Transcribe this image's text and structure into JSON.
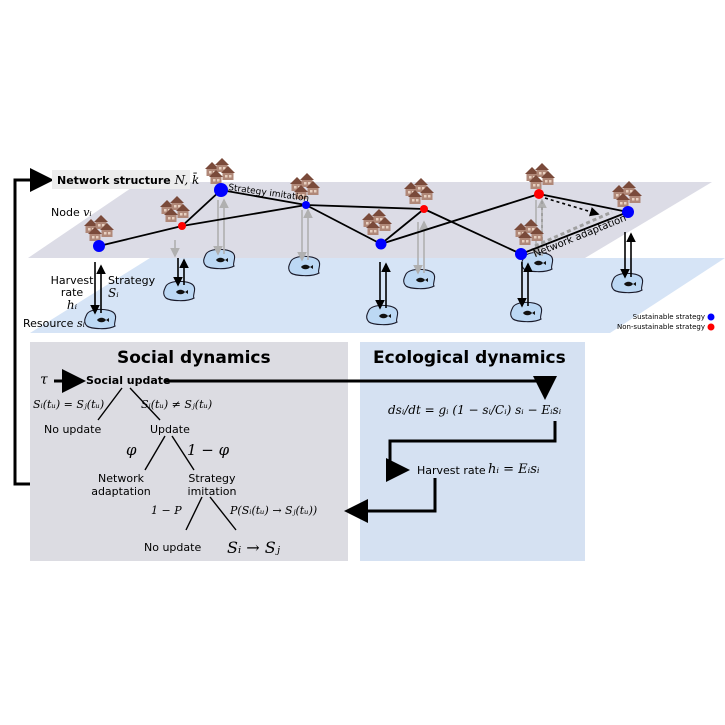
{
  "top": {
    "network_structure": "Network structure",
    "network_structure_symbols": "N, k̄",
    "node_label": "Node",
    "node_symbol": "vᵢ",
    "strategy_imitation": "Strategy imitation",
    "network_adaptation": "Network adaptation",
    "harvest_rate_line1": "Harvest",
    "harvest_rate_line2": "rate",
    "harvest_symbol": "hᵢ",
    "strategy_label": "Strategy",
    "strategy_symbol": "Sᵢ",
    "resource_label": "Resource",
    "resource_symbol": "sᵢ"
  },
  "legend": {
    "sustainable": "Sustainable strategy",
    "non_sustainable": "Non-sustainable strategy",
    "sustainable_color": "#0000ff",
    "non_sustainable_color": "#ff0000"
  },
  "social": {
    "title": "Social dynamics",
    "tau": "τ",
    "social_update": "Social update",
    "cond_equal": "Sᵢ(tᵤ) = Sⱼ(tᵤ)",
    "cond_not_equal": "Sᵢ(tᵤ) ≠ Sⱼ(tᵤ)",
    "no_update_1": "No update",
    "update": "Update",
    "phi": "φ",
    "one_minus_phi": "1 − φ",
    "network_adaptation_line1": "Network",
    "network_adaptation_line2": "adaptation",
    "strategy_imitation_line1": "Strategy",
    "strategy_imitation_line2": "imitation",
    "one_minus_p": "1 − P",
    "prob_switch": "P(Sᵢ(tᵤ) → Sⱼ(tᵤ))",
    "no_update_2": "No update",
    "switch": "Sᵢ → Sⱼ"
  },
  "ecological": {
    "title": "Ecological dynamics",
    "equation": "dsᵢ/dt = gᵢ (1 − sᵢ/Cᵢ) sᵢ − Eᵢsᵢ",
    "harvest_rate": "Harvest rate",
    "harvest_equation": "hᵢ = Eᵢsᵢ"
  },
  "colors": {
    "social_panel_bg": "#dcdce2",
    "ecological_panel_bg": "#d5e1f2",
    "network_plane": "#dcdce6",
    "resource_plane": "#d6e4f6",
    "resource_blob": "#bcd8f4"
  }
}
